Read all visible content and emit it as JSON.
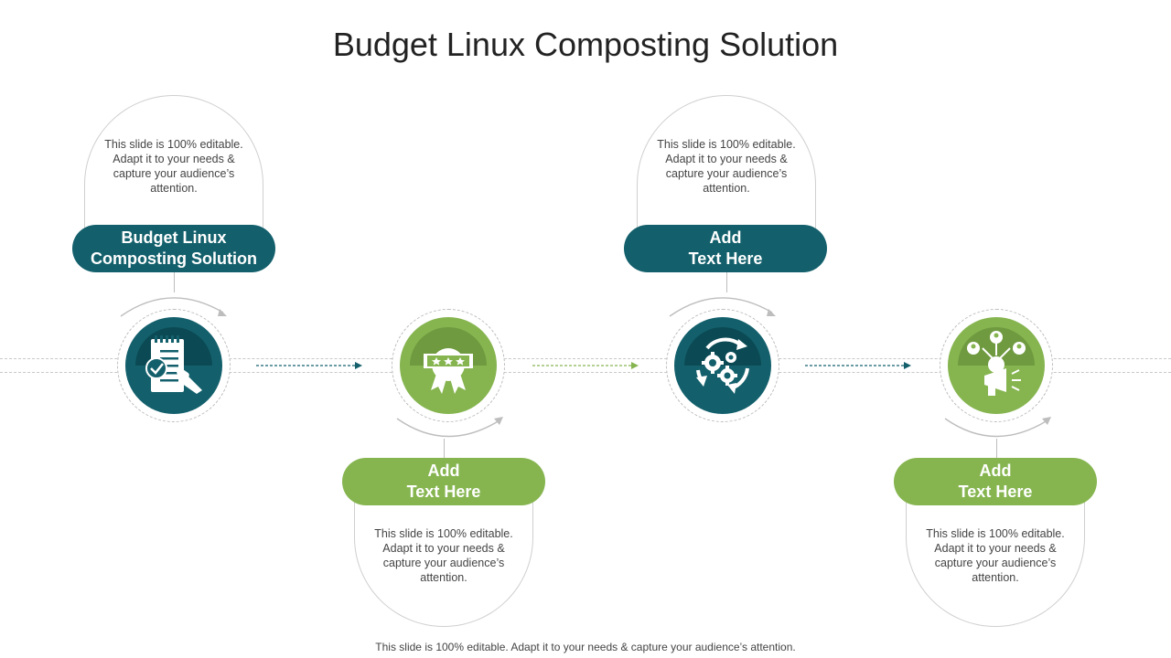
{
  "title": "Budget Linux Composting Solution",
  "footer": "This slide is 100% editable. Adapt it to your needs & capture your audience’s attention.",
  "colors": {
    "teal": "#13606c",
    "green": "#86b550"
  },
  "steps": [
    {
      "label": "Budget Linux\nComposting Solution",
      "description": "This slide is 100% editable. Adapt it to your needs & capture your audience’s attention.",
      "icon": "checklist-pen-icon",
      "color": "teal"
    },
    {
      "label": "Add\nText Here",
      "description": "This slide is 100% editable. Adapt it to your needs & capture your audience’s attention.",
      "icon": "award-ribbon-icon",
      "color": "green"
    },
    {
      "label": "Add\nText Here",
      "description": "This slide is 100% editable. Adapt it to your needs & capture your audience’s attention.",
      "icon": "gears-cycle-icon",
      "color": "teal"
    },
    {
      "label": "Add\nText Here",
      "description": "This slide is 100% editable. Adapt it to your needs & capture your audience’s attention.",
      "icon": "megaphone-people-icon",
      "color": "green"
    }
  ]
}
